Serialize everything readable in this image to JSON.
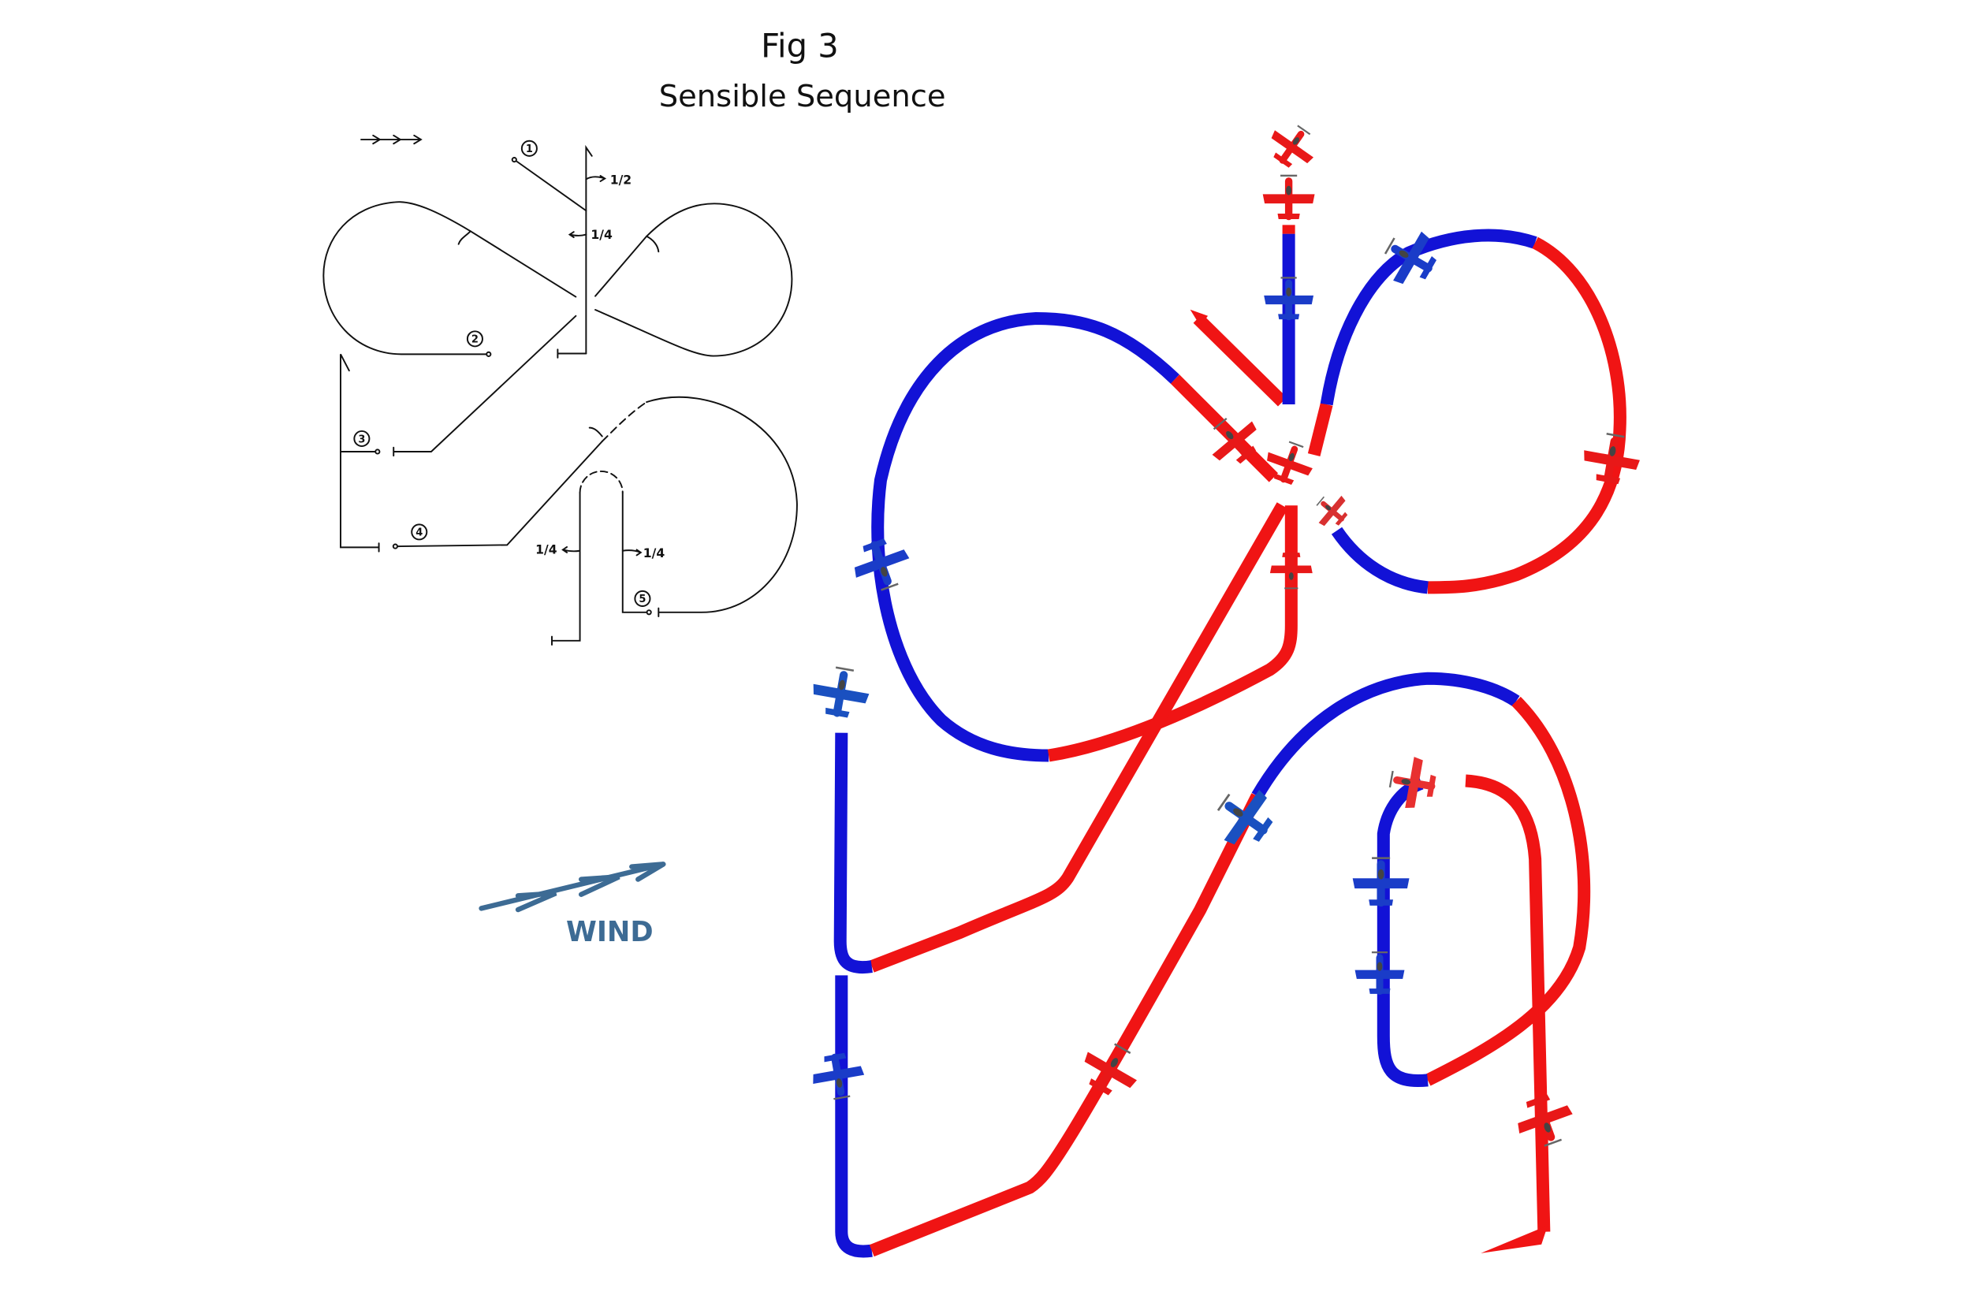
{
  "header": {
    "title": "Fig 3",
    "subtitle": "Sensible Sequence"
  },
  "schematic": {
    "figure_numbers": [
      "1",
      "2",
      "3",
      "4",
      "5"
    ],
    "roll_labels": {
      "half_roll": "1/2",
      "quarter_roll_top": "1/4",
      "quarter_roll_left": "1/4",
      "quarter_roll_right": "1/4"
    }
  },
  "wind": {
    "label": "WIND",
    "color": "#3d6b94"
  },
  "colors": {
    "ribbon_red": "#f01414",
    "ribbon_blue": "#1212d6",
    "ink": "#111111"
  }
}
